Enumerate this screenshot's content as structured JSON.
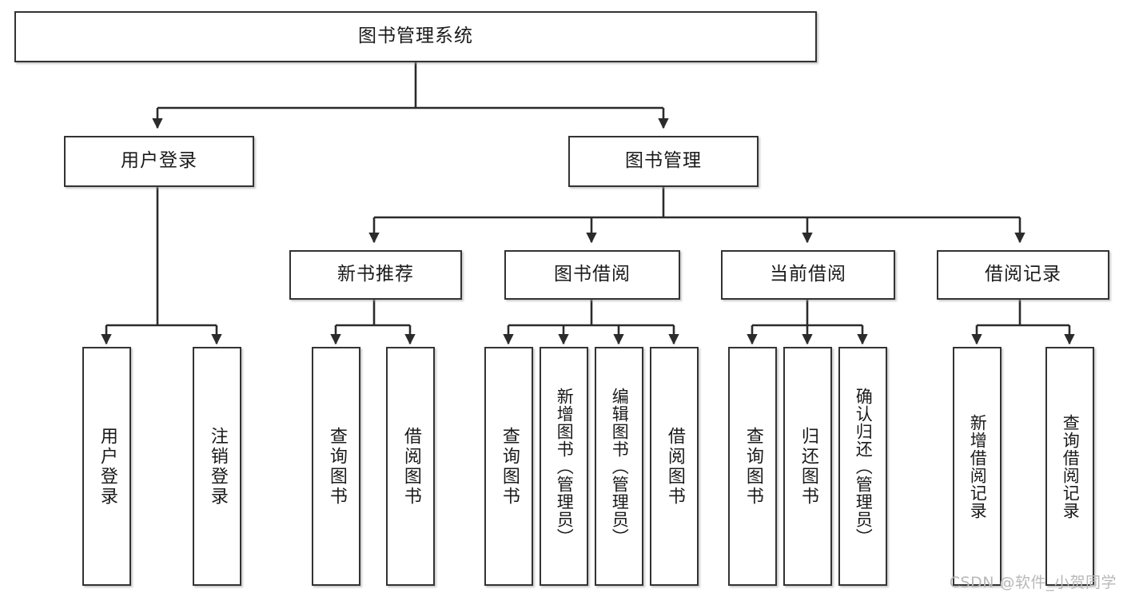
{
  "diagram": {
    "type": "tree-hierarchy-chart",
    "orientation": "top-down",
    "root": {
      "id": "root",
      "label": "图书管理系统"
    },
    "level2": [
      {
        "id": "user-login",
        "label": "用户登录"
      },
      {
        "id": "book-management",
        "label": "图书管理"
      }
    ],
    "level3": [
      {
        "id": "new-book-recommend",
        "label": "新书推荐",
        "parent": "book-management"
      },
      {
        "id": "book-borrow",
        "label": "图书借阅",
        "parent": "book-management"
      },
      {
        "id": "current-borrow",
        "label": "当前借阅",
        "parent": "book-management"
      },
      {
        "id": "borrow-record",
        "label": "借阅记录",
        "parent": "book-management"
      }
    ],
    "leaves": [
      {
        "id": "leaf-user-login",
        "label": "用户登录",
        "parent": "user-login"
      },
      {
        "id": "leaf-logout-login",
        "label": "注销登录",
        "parent": "user-login"
      },
      {
        "id": "leaf-query-book-1",
        "label": "查询图书",
        "parent": "new-book-recommend"
      },
      {
        "id": "leaf-borrow-book-1",
        "label": "借阅图书",
        "parent": "new-book-recommend"
      },
      {
        "id": "leaf-query-book-2",
        "label": "查询图书",
        "parent": "book-borrow"
      },
      {
        "id": "leaf-add-book",
        "label": "新增图书（管理员）",
        "parent": "book-borrow"
      },
      {
        "id": "leaf-edit-book",
        "label": "编辑图书（管理员）",
        "parent": "book-borrow"
      },
      {
        "id": "leaf-borrow-book-2",
        "label": "借阅图书",
        "parent": "book-borrow"
      },
      {
        "id": "leaf-query-book-3",
        "label": "查询图书",
        "parent": "current-borrow"
      },
      {
        "id": "leaf-return-book",
        "label": "归还图书",
        "parent": "current-borrow"
      },
      {
        "id": "leaf-confirm-return",
        "label": "确认归还（管理员）",
        "parent": "current-borrow"
      },
      {
        "id": "leaf-add-record",
        "label": "新增借阅记录",
        "parent": "borrow-record"
      },
      {
        "id": "leaf-query-record",
        "label": "查询借阅记录",
        "parent": "borrow-record"
      }
    ]
  },
  "watermark": {
    "text": "CSDN @软件_小贺同学"
  },
  "colors": {
    "box_border": "#333333",
    "background": "#ffffff",
    "text": "#1a1a1a",
    "connector": "#2b2b2b",
    "watermark": "#b8b8b8"
  }
}
